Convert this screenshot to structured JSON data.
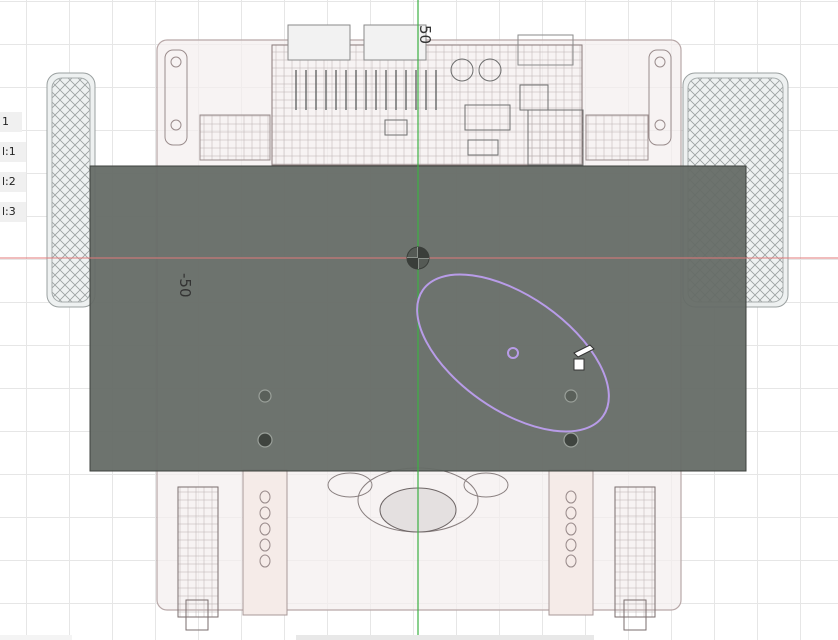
{
  "viewport": {
    "axis_labels": {
      "top": "50",
      "left": "-50"
    },
    "side_tags": [
      "1",
      "l:1",
      "l:2",
      "l:3"
    ]
  },
  "colors": {
    "grid": "#e6e6e6",
    "plate": "#656c66",
    "x_axis": "#e07a7a",
    "y_axis": "#3cb043",
    "sketch_ellipse": "#b89ce8",
    "body_outline": "#8a7a7a"
  }
}
